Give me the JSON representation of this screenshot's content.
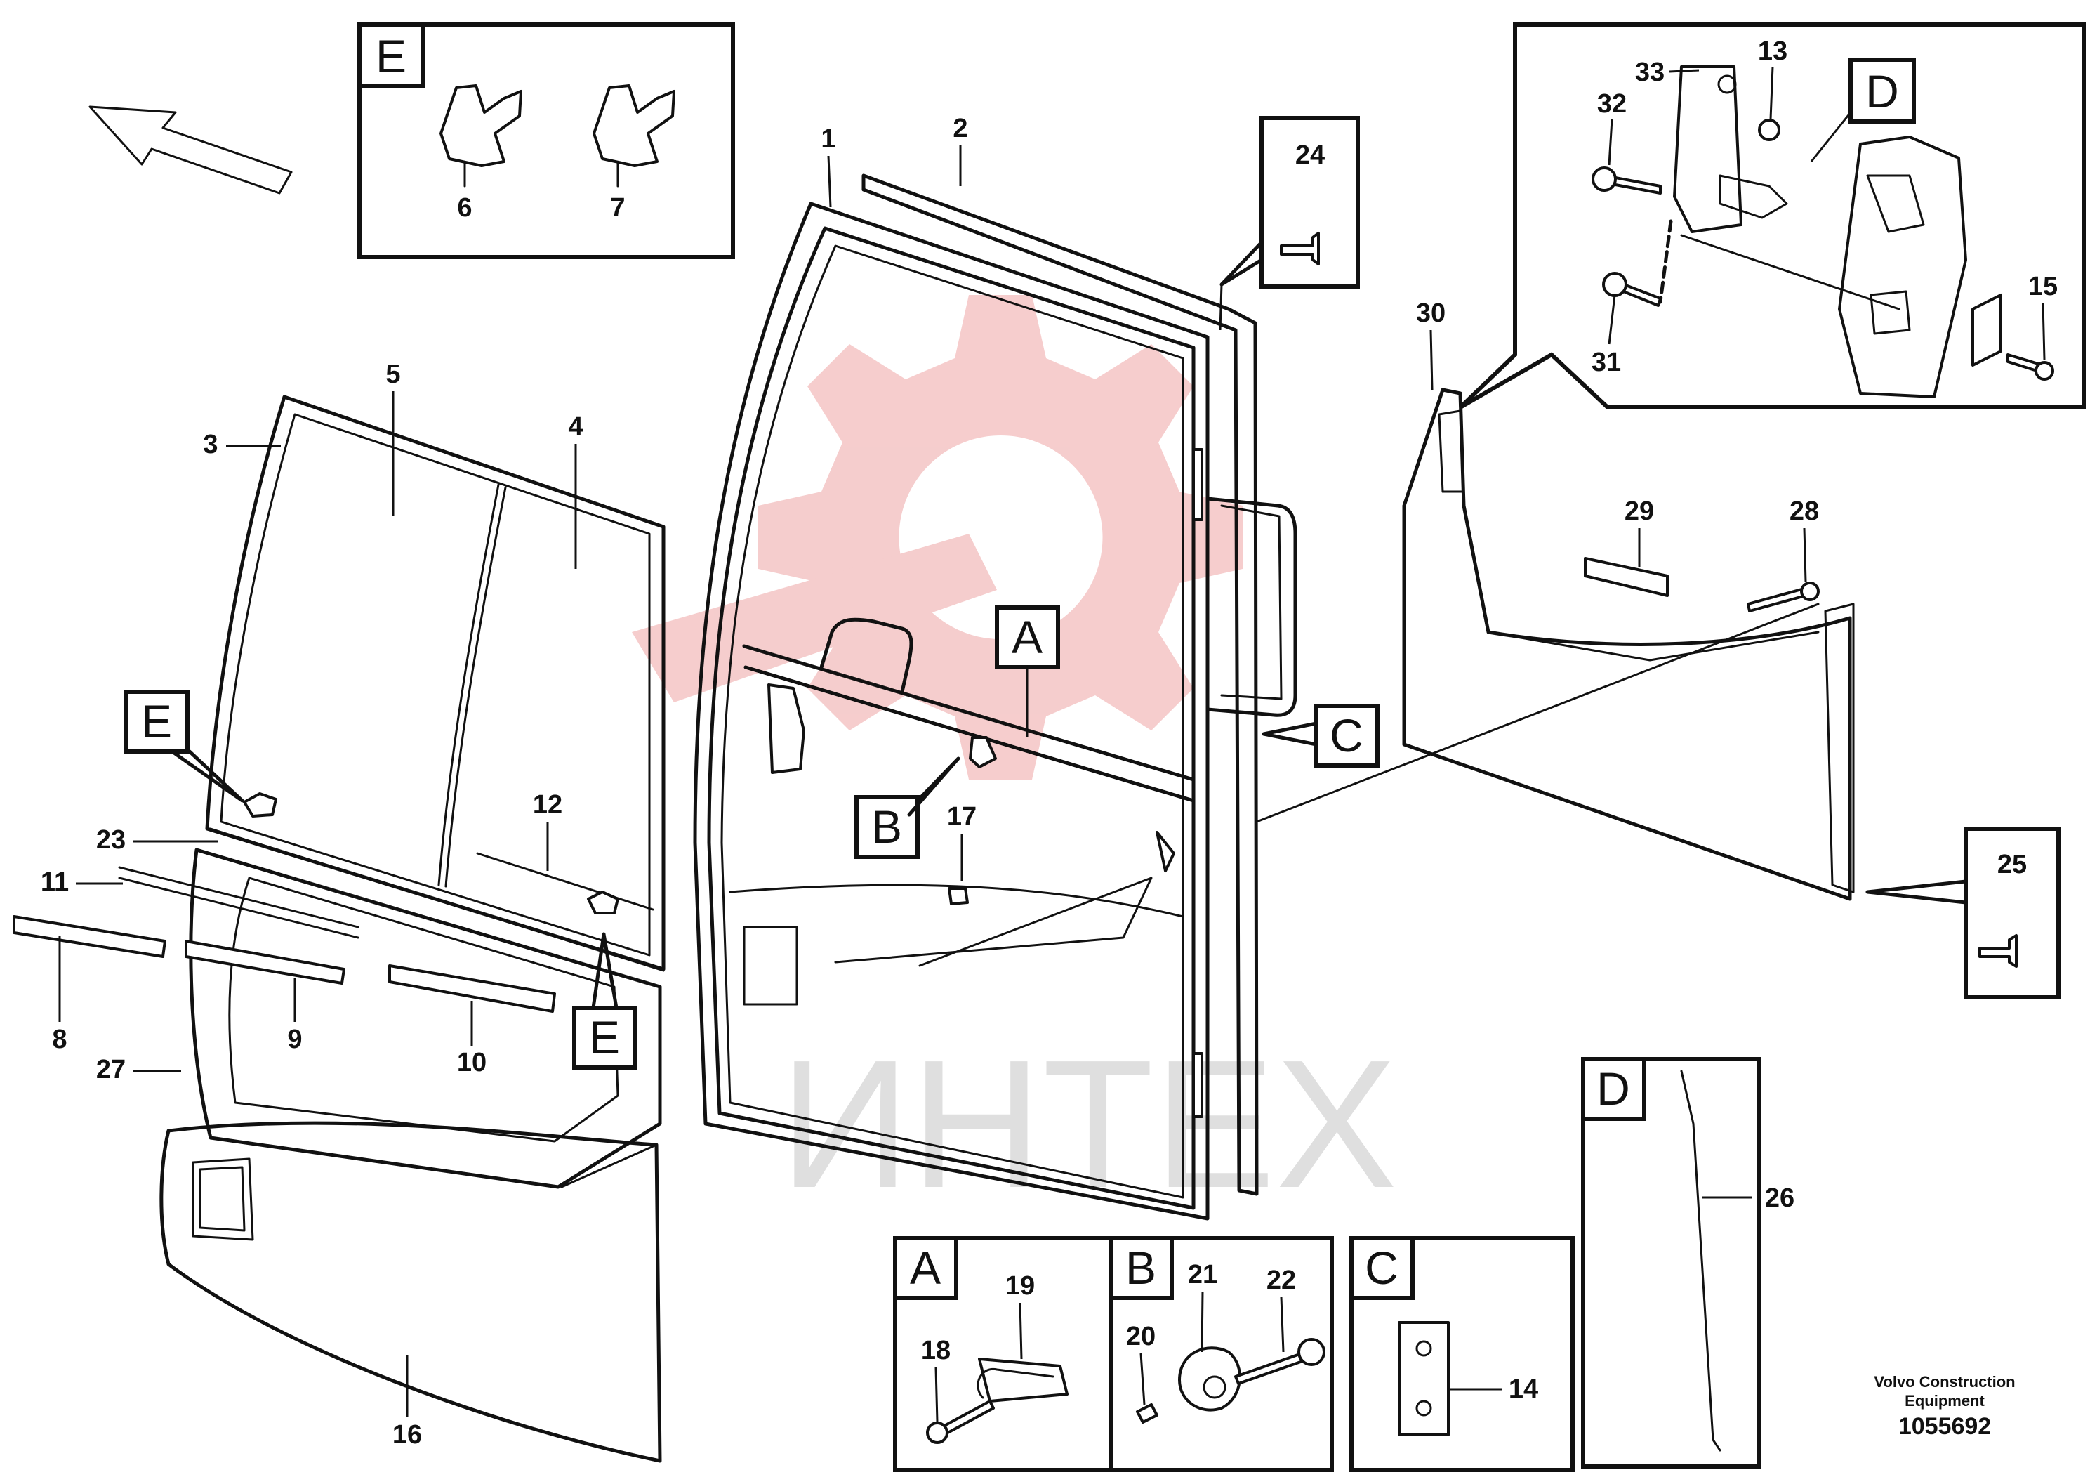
{
  "callouts": {
    "c1": "1",
    "c2": "2",
    "c3": "3",
    "c4": "4",
    "c5": "5",
    "c6": "6",
    "c7": "7",
    "c8": "8",
    "c9": "9",
    "c10": "10",
    "c11": "11",
    "c12": "12",
    "c13": "13",
    "c14": "14",
    "c15": "15",
    "c16": "16",
    "c17": "17",
    "c18": "18",
    "c19": "19",
    "c20": "20",
    "c21": "21",
    "c22": "22",
    "c23": "23",
    "c24": "24",
    "c25": "25",
    "c26": "26",
    "c27": "27",
    "c28": "28",
    "c29": "29",
    "c30": "30",
    "c31": "31",
    "c32": "32",
    "c33": "33"
  },
  "detail_tags": {
    "a": "A",
    "b": "B",
    "c": "C",
    "d": "D",
    "e": "E"
  },
  "caption": {
    "maker_line1": "Volvo Construction",
    "maker_line2": "Equipment",
    "drawing_number": "1055692"
  },
  "watermark": {
    "text": "ИНТЕХ",
    "color": "#f2b8b8"
  }
}
